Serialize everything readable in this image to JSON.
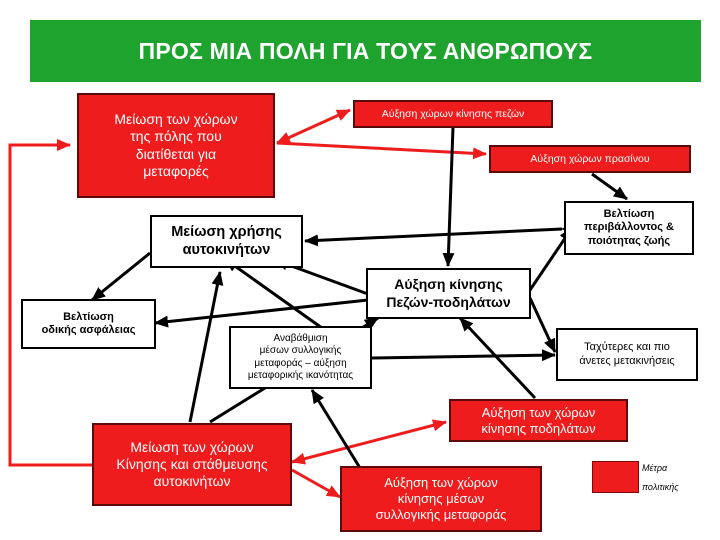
{
  "title": "ΠΡΟΣ ΜΙΑ ΠΟΛΗ ΓΙΑ ΤΟΥΣ ΑΝΘΡΩΠΟΥΣ",
  "nodes": {
    "reduce_transport_space": "Μείωση των χώρων\nτης πόλης που\nδιατίθεται για\nμεταφορές",
    "increase_pedestrian_space": "Αύξηση χώρων κίνησης πεζών",
    "increase_green_space": "Αύξηση χώρων πρασίνου",
    "improve_environment": "Βελτίωση\nπεριβάλλοντος &\nποιότητας ζωής",
    "reduce_car_use": "Μείωση χρήσης\nαυτοκινήτων",
    "increase_walking_cycling": "Αύξηση κίνησης\nΠεζών-ποδηλάτων",
    "road_safety": "Βελτίωση\nοδικής ασφάλειας",
    "upgrade_transit": "Αναβάθμιση\nμέσων συλλογικής\nμεταφοράς – αύξηση\nμεταφορικής ικανότητας",
    "faster_trips": "Ταχύτερες και πιο\nάνετες μετακινήσεις",
    "increase_cycling_space": "Αύξηση των χώρων\nκίνησης ποδηλάτων",
    "reduce_car_parking_space": "Μείωση των χώρων\nΚίνησης και στάθμευσης\nαυτοκινήτων",
    "increase_transit_space": "Αύξηση των χώρων\nκίνησης μέσων\nσυλλογικής μεταφοράς"
  },
  "legend": {
    "label": "Μέτρα\nπολιτικής",
    "color": "#ee1c1c"
  },
  "colors": {
    "banner": "#1fa32f",
    "policy_box": "#ee1c1c",
    "red_arrow": "#ee1c1c",
    "black_arrow": "#000000"
  }
}
